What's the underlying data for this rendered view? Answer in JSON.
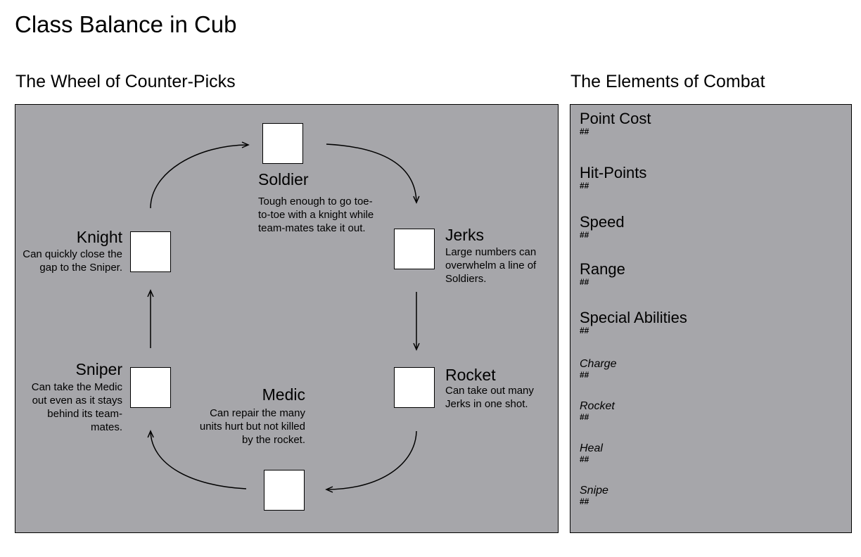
{
  "title": "Class Balance in Cub",
  "wheel": {
    "title": "The Wheel of Counter-Picks",
    "units": {
      "soldier": {
        "name": "Soldier",
        "desc": "Tough enough to go toe-to-toe with a knight while team-mates take it out."
      },
      "jerks": {
        "name": "Jerks",
        "desc": "Large numbers can overwhelm a line of Soldiers."
      },
      "rocket": {
        "name": "Rocket",
        "desc": "Can take out many Jerks in one shot."
      },
      "medic": {
        "name": "Medic",
        "desc": "Can repair the many units hurt but not killed by the rocket."
      },
      "sniper": {
        "name": "Sniper",
        "desc": "Can take the Medic out even as it stays behind its team-mates."
      },
      "knight": {
        "name": "Knight",
        "desc": "Can quickly close the gap to the Sniper."
      }
    }
  },
  "elements": {
    "title": "The Elements of Combat",
    "stats": [
      {
        "name": "Point Cost",
        "value": "##"
      },
      {
        "name": "Hit-Points",
        "value": "##"
      },
      {
        "name": "Speed",
        "value": "##"
      },
      {
        "name": "Range",
        "value": "##"
      },
      {
        "name": "Special Abilities",
        "value": "##"
      }
    ],
    "abilities": [
      {
        "name": "Charge",
        "value": "##"
      },
      {
        "name": "Rocket",
        "value": "##"
      },
      {
        "name": "Heal",
        "value": "##"
      },
      {
        "name": "Snipe",
        "value": "##"
      }
    ]
  }
}
